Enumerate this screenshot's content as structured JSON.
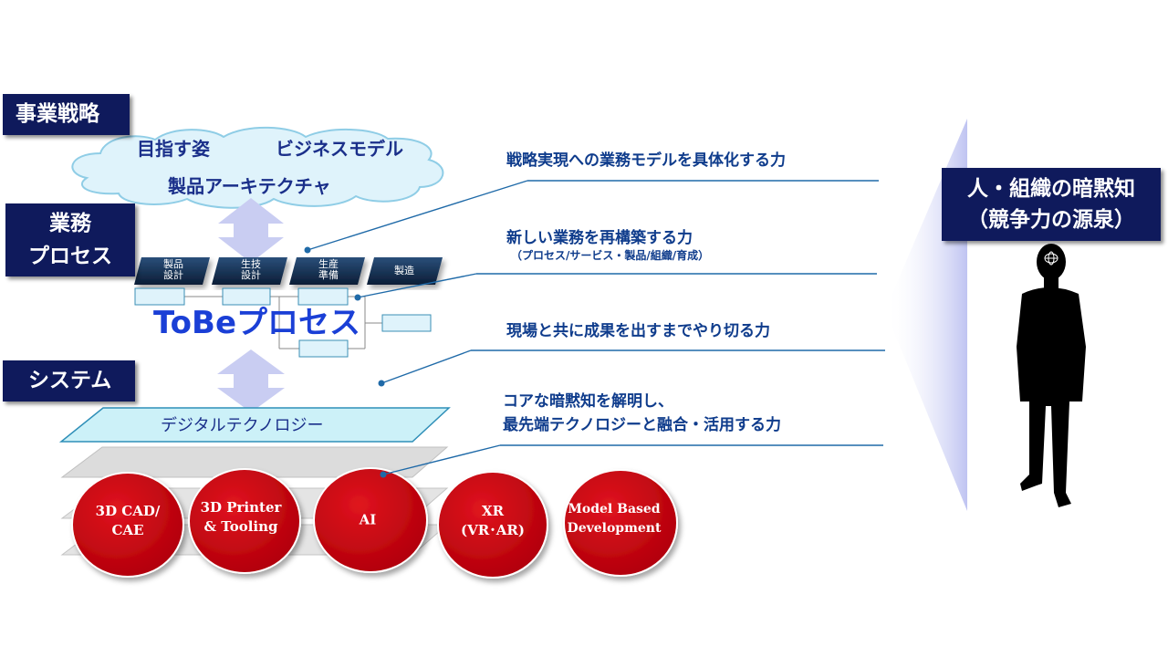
{
  "labels": {
    "strategy": "事業戦略",
    "business_line1": "業務",
    "business_line2": "プロセス",
    "system": "システム",
    "tacit_line1": "人・組織の暗黙知",
    "tacit_line2": "（競争力の源泉）"
  },
  "cloud": {
    "item1": "目指す姿",
    "item2": "ビジネスモデル",
    "item3": "製品アーキテクチャ"
  },
  "process": {
    "steps": [
      {
        "line1": "製品",
        "line2": "設計"
      },
      {
        "line1": "生技",
        "line2": "設計"
      },
      {
        "line1": "生産",
        "line2": "準備"
      },
      {
        "line1": "製造",
        "line2": ""
      }
    ],
    "tobe": "ToBeプロセス"
  },
  "digital": "デジタルテクノロジー",
  "capabilities": [
    {
      "line1": "戦略実現への業務モデルを具体化する力"
    },
    {
      "line1": "新しい業務を再構築する力",
      "sub": "（プロセス/サービス・製品/組織/育成）"
    },
    {
      "line1": "現場と共に成果を出すまでやり切る力"
    },
    {
      "line1": "コアな暗黙知を解明し、",
      "line2": "最先端テクノロジーと融合・活用する力"
    }
  ],
  "technologies": [
    {
      "line1": "3D CAD/",
      "line2": "CAE"
    },
    {
      "line1": "3D Printer",
      "line2": "& Tooling"
    },
    {
      "line1": "AI",
      "line2": ""
    },
    {
      "line1": "XR",
      "line2": "(VR･AR)"
    },
    {
      "line1": "Model Based",
      "line2": "Development"
    }
  ],
  "colors": {
    "navy": "#0f1a5c",
    "cloud_fill": "#dff3fb",
    "cloud_stroke": "#8fcde6",
    "arrow_fill": "#c9cdf2",
    "tech_red": "#c8000a",
    "text_blue": "#0f3c8c",
    "tobe_blue": "#1a3fd6"
  }
}
